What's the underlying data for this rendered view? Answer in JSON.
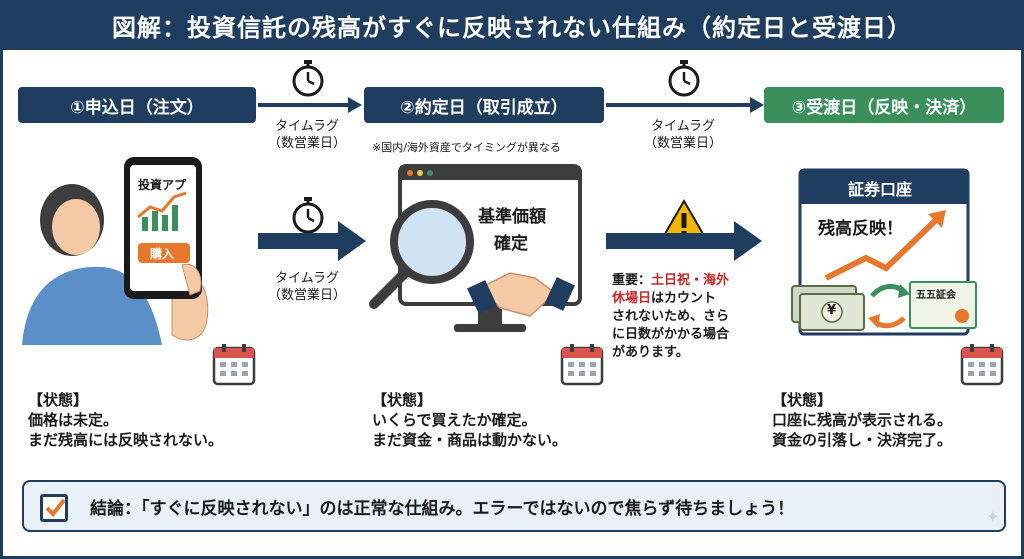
{
  "title": "図解：投資信託の残高がすぐに反映されない仕組み（約定日と受渡日）",
  "steps": [
    {
      "label": "①申込日（注文）"
    },
    {
      "label": "②約定日（取引成立）"
    },
    {
      "label": "③受渡日（反映・決済）"
    }
  ],
  "time_lag": {
    "line1": "タイムラグ",
    "line2": "（数営業日）"
  },
  "note_market": "※国内/海外資産でタイミングが異なる",
  "phone": {
    "app_name": "投資アプ",
    "buy_button": "購入"
  },
  "monitor": {
    "line1": "基準価額",
    "line2": "確定"
  },
  "warning": {
    "prefix": "重要：",
    "highlight1": "土日祝・海外",
    "highlight2": "休場日",
    "rest1": "はカウント",
    "rest2": "されないため、さら",
    "rest3": "に日数がかかる場合",
    "rest4": "があります。"
  },
  "account": {
    "header": "証券口座",
    "balance_text": "残高反映！",
    "certificate": "五五証会",
    "yen_symbol": "¥"
  },
  "states": [
    {
      "heading": "【状態】",
      "line1": "価格は未定。",
      "line2": "まだ残高には反映されない。"
    },
    {
      "heading": "【状態】",
      "line1": "いくらで買えたか確定。",
      "line2": "まだ資金・商品は動かない。"
    },
    {
      "heading": "【状態】",
      "line1": "口座に残高が表示される。",
      "line2": "資金の引落し・決済完了。"
    }
  ],
  "conclusion": "結論：「すぐに反映されない」のは正常な仕組み。エラーではないので焦らず待ちましょう！",
  "colors": {
    "navy": "#1f3d5e",
    "green": "#3a8f5b",
    "orange": "#e8772e",
    "red": "#c62828"
  }
}
